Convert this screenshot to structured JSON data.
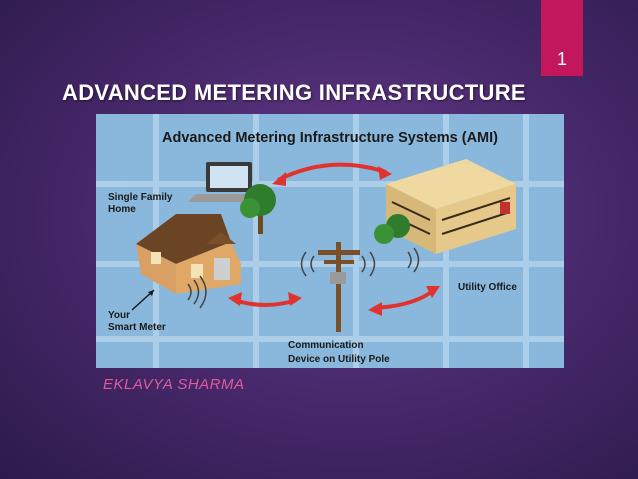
{
  "slide": {
    "number": "1",
    "title": "ADVANCED METERING INFRASTRUCTURE",
    "author": "EKLAVYA SHARMA"
  },
  "diagram": {
    "heading": "Advanced Metering Infrastructure Systems (AMI)",
    "label_home_line1": "Single Family",
    "label_home_line2": "Home",
    "label_meter_line1": "Your",
    "label_meter_line2": "Smart Meter",
    "label_utility": "Utility Office",
    "label_pole_line1": "Communication",
    "label_pole_line2": "Device on Utility Pole"
  },
  "colors": {
    "background": "#4a2a6e",
    "accent_tab": "#c2185b",
    "author_text": "#e05aa0",
    "diagram_bg": "#8ab8dc",
    "arrow": "#e0322e"
  }
}
